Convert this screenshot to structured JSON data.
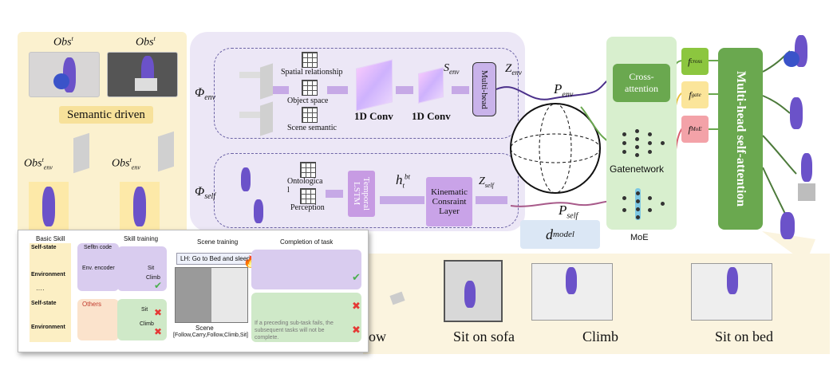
{
  "left": {
    "obs_left": "Obs",
    "obs_left_sup": "t",
    "obs_right": "Obs",
    "obs_right_sup": "t",
    "semantic": "Semantic driven",
    "obs_env_left": "Obs",
    "obs_env_left_sup": "t",
    "obs_env_left_sub": "env",
    "obs_env_right": "Obs",
    "obs_env_right_sup": "t",
    "obs_env_right_sub": "env"
  },
  "env_branch": {
    "phi": "Φ",
    "phi_sub": "env",
    "spatial": "Spatial relationship",
    "object": "Object space",
    "scene": "Scene semantic",
    "conv1": "1D Conv",
    "conv2": "1D Conv",
    "s_env": "S",
    "s_env_sub": "env",
    "multihead": "Multi-head",
    "z_env": "Z",
    "z_env_sub": "env",
    "p_env": "P",
    "p_env_sub": "env"
  },
  "self_branch": {
    "phi": "Φ",
    "phi_sub": "self",
    "ontological": "Ontologica l",
    "perception": "Perception",
    "lstm": "Temporal LSTM",
    "h": "h",
    "h_sub": "t",
    "h_sup": "bt",
    "kinematic": "Kinematic Consraint Layer",
    "z_self": "Z",
    "z_self_sub": "self",
    "p_self": "P",
    "p_self_sub": "self",
    "d_model": "d",
    "d_model_sub": "model"
  },
  "fusion": {
    "cross_attention": "Cross-attention",
    "gatenetwork": "Gatenetwork",
    "moe": "MoE",
    "f_cross": "f",
    "f_cross_sub": "cross",
    "f_gate": "f",
    "f_gate_sub": "gate",
    "f_moe": "f",
    "f_moe_sub": "MoE",
    "mhsa": "Multi-head self-attention"
  },
  "scenes": [
    "ow",
    "Sit on sofa",
    "Climb",
    "Sit on bed"
  ],
  "inset": {
    "basic_skill": "Basic Skill",
    "skill_training": "Skill training",
    "scene_training": "Scene training",
    "completion": "Completion of task",
    "self_state": "Self-state",
    "environment": "Environment",
    "dots": "····",
    "self_state2": "Self-state",
    "environment2": "Environment",
    "self_code": "Sefltn code",
    "env_encoder": "Env. encoder",
    "others": "Others",
    "sit1": "Sit",
    "climb1": "Climb",
    "sit2": "Sit",
    "climb2": "Climb",
    "lh_prefix": "LH:",
    "lh_text": "Go to Bed and sleep",
    "scene_label": "Scene",
    "scene_list": "[Follow,Carry,Follow,Climb,Sit]",
    "fail_note": "If a preceding sub-task fails, the subsequent tasks will not be complete.",
    "colors": {
      "check": "#4caf50",
      "cross": "#e53935",
      "flame": "#f57c00"
    }
  }
}
